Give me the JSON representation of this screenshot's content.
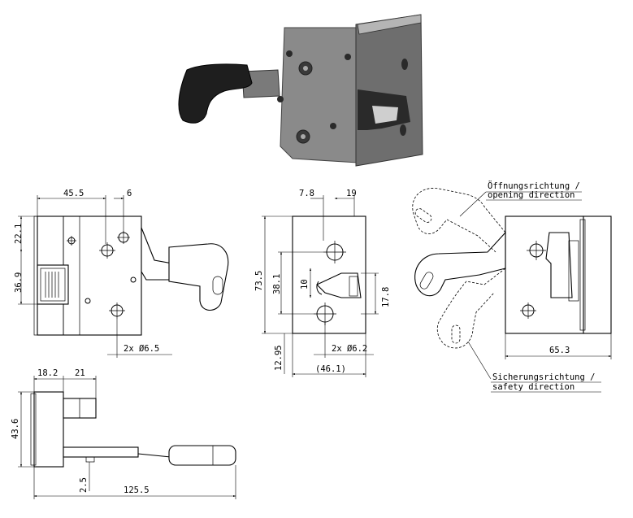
{
  "photo": {
    "icon": "latch-photo-icon"
  },
  "drawing_front": {
    "dims": {
      "top_width": "45.5",
      "top_offset": "6",
      "left_upper": "22.1",
      "left_lower": "36.9",
      "holes": "2x Ø6.5"
    }
  },
  "drawing_side": {
    "dims": {
      "top_left": "7.8",
      "top_right": "19",
      "height_total": "73.5",
      "height_mid": "38.1",
      "slot": "10",
      "right": "17.8",
      "bottom_left": "12.95",
      "holes": "2x Ø6.2",
      "width_total": "(46.1)"
    }
  },
  "drawing_swing": {
    "labels": {
      "opening_de": "Öffnungsrichtung /",
      "opening_en": "opening direction",
      "safety_de": "Sicherungsrichtung /",
      "safety_en": "safety direction"
    },
    "dims": {
      "width": "65.3"
    }
  },
  "drawing_top": {
    "dims": {
      "left": "18.2",
      "mid": "21",
      "height": "43.6",
      "small": "2.5",
      "total": "125.5"
    }
  }
}
